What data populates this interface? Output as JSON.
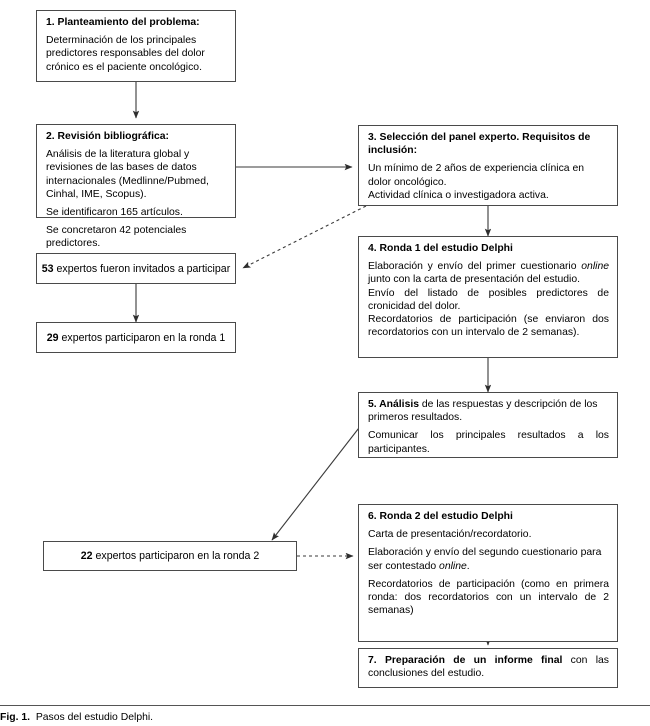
{
  "figure": {
    "caption_label": "Fig. 1.",
    "caption_text": "Pasos del estudio Delphi."
  },
  "nodes": {
    "n1": {
      "heading": "1. Planteamiento del problema:",
      "body1": "Determinación de los principales predictores responsables del dolor crónico es el paciente oncológico."
    },
    "n2": {
      "heading": "2. Revisión bibliográfica:",
      "body1": "Análisis de la literatura global y revisiones de las bases de datos internacionales (Medlinne/Pubmed, Cinhal, IME, Scopus).",
      "body2": "Se identificaron 165 artículos.",
      "body3": "Se concretaron 42 potenciales predictores."
    },
    "n3": {
      "heading": "3. Selección del panel experto. Requisitos de inclusión:",
      "body1": "Un mínimo de 2 años de experiencia clínica en dolor oncológico.",
      "body2": "Actividad clínica o investigadora activa."
    },
    "n4": {
      "heading": "4. Ronda 1 del estudio Delphi",
      "body1_a": "Elaboración y envío del primer cuestionario ",
      "body1_em": "online",
      "body1_b": " junto con la carta de presentación del estudio.",
      "body2": "Envío del listado de posibles predictores de cronicidad del dolor.",
      "body3": "Recordatorios de participación (se enviaron dos recordatorios con un intervalo de 2 semanas)."
    },
    "n5": {
      "heading": "5. Análisis",
      "heading_rest": " de las respuestas y descripción de los primeros resultados.",
      "body1": "Comunicar los principales resultados a los participantes."
    },
    "n6": {
      "heading": "6. Ronda 2 del estudio Delphi",
      "body1": "Carta de presentación/recordatorio.",
      "body2_a": "Elaboración y envío del segundo cuestionario para ser contestado ",
      "body2_em": "online",
      "body2_b": ".",
      "body3": "Recordatorios de participación (como en primera ronda: dos recordatorios con un intervalo de 2 semanas)"
    },
    "n7": {
      "heading": "7. Preparación de un informe final",
      "heading_rest": " con las conclusiones del estudio."
    }
  },
  "tallies": {
    "t53": {
      "count": "53",
      "text": " expertos fueron invitados a participar"
    },
    "t29": {
      "count": "29",
      "text": " expertos participaron en la ronda 1"
    },
    "t22": {
      "count": "22",
      "text": " expertos participaron en la ronda 2"
    }
  },
  "connectors": [
    {
      "name": "arrow-n1-to-n2",
      "style": "solid"
    },
    {
      "name": "arrow-n2-to-n3",
      "style": "solid"
    },
    {
      "name": "arrow-n3-to-t53",
      "style": "dotted"
    },
    {
      "name": "arrow-n3-to-n4",
      "style": "solid"
    },
    {
      "name": "arrow-t53-to-t29",
      "style": "solid"
    },
    {
      "name": "arrow-n4-to-n5",
      "style": "solid"
    },
    {
      "name": "arrow-n5-to-t22",
      "style": "solid"
    },
    {
      "name": "arrow-t22-to-n6",
      "style": "dotted"
    },
    {
      "name": "arrow-n6-to-n7",
      "style": "solid"
    }
  ],
  "colors": {
    "stroke": "#4a4a4a",
    "line": "#3a3a3a",
    "text": "#000000",
    "background": "#ffffff"
  }
}
